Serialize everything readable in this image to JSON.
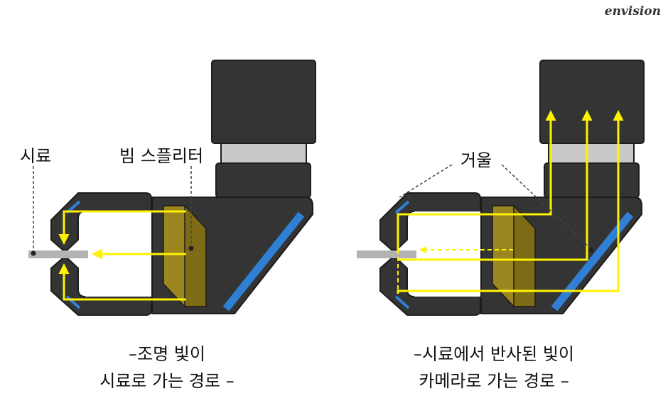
{
  "logo": "envision",
  "colors": {
    "body": "#343434",
    "outline": "#1c1c1c",
    "light": "#fff200",
    "mirror": "#2f7fd4",
    "splitter": "#8c7a1c",
    "sample": "#b3b3b3",
    "coupler": "#c9c9c9",
    "leader": "#444444"
  },
  "left_diagram": {
    "label_sample": "시료",
    "label_splitter": "빔 스플리터",
    "caption_line1": "–조명 빛이",
    "caption_line2": "시료로 가는 경로 –"
  },
  "right_diagram": {
    "label_mirror": "거울",
    "caption_line1": "–시료에서 반사된 빛이",
    "caption_line2": "카메라로 가는 경로 –"
  }
}
